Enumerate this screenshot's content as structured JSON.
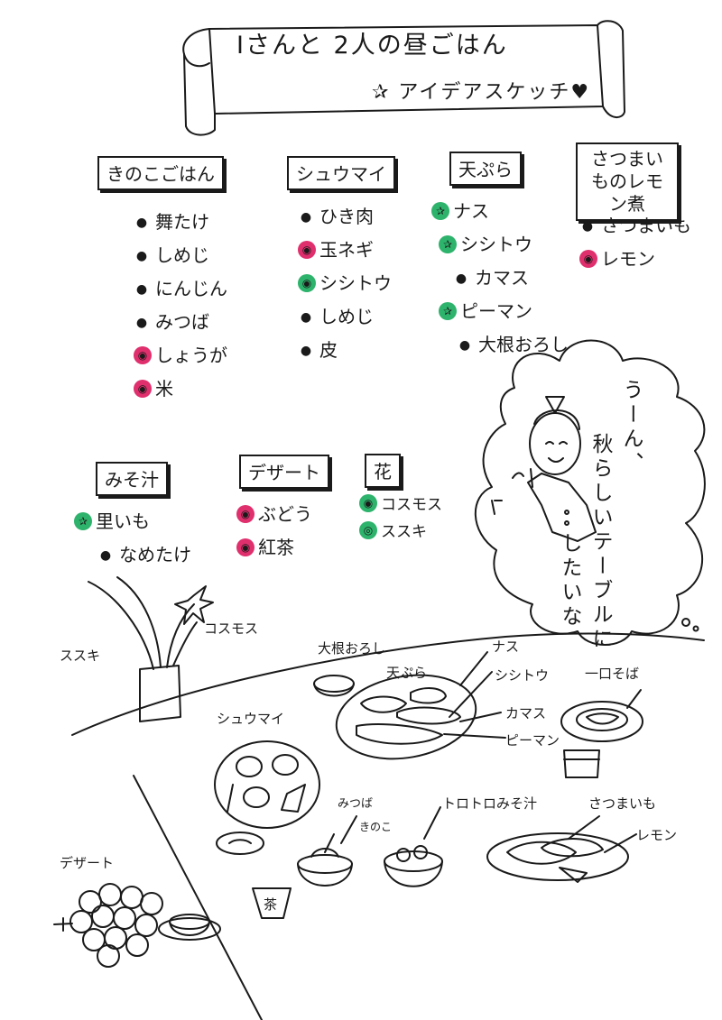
{
  "banner": {
    "title": "Iさんと 2人の昼ごはん",
    "subtitle": "✰ アイデアスケッチ♥"
  },
  "colors": {
    "pink_mark": "#e02f6d",
    "green_mark": "#2db36b",
    "ink": "#1a1a1a"
  },
  "categories": [
    {
      "name": "きのこごはん",
      "items": [
        {
          "text": "舞たけ",
          "mark": "none"
        },
        {
          "text": "しめじ",
          "mark": "none"
        },
        {
          "text": "にんじん",
          "mark": "none"
        },
        {
          "text": "みつば",
          "mark": "none"
        },
        {
          "text": "しょうが",
          "mark": "pink"
        },
        {
          "text": "米",
          "mark": "pink"
        }
      ]
    },
    {
      "name": "シュウマイ",
      "items": [
        {
          "text": "ひき肉",
          "mark": "none"
        },
        {
          "text": "玉ネギ",
          "mark": "pink"
        },
        {
          "text": "シシトウ",
          "mark": "green"
        },
        {
          "text": "しめじ",
          "mark": "none"
        },
        {
          "text": "皮",
          "mark": "none"
        }
      ]
    },
    {
      "name": "天ぷら",
      "items": [
        {
          "text": "ナス",
          "mark": "green"
        },
        {
          "text": "シシトウ",
          "mark": "green"
        },
        {
          "text": "カマス",
          "mark": "none"
        },
        {
          "text": "ピーマン",
          "mark": "green"
        },
        {
          "text": "大根おろし",
          "mark": "none"
        }
      ]
    },
    {
      "name": "さつまいものレモン煮",
      "items": [
        {
          "text": "さつまいも",
          "mark": "none"
        },
        {
          "text": "レモン",
          "mark": "pink"
        }
      ]
    },
    {
      "name": "みそ汁",
      "items": [
        {
          "text": "里いも",
          "mark": "green"
        },
        {
          "text": "なめたけ",
          "mark": "none"
        }
      ]
    },
    {
      "name": "デザート",
      "items": [
        {
          "text": "ぶどう",
          "mark": "pink"
        },
        {
          "text": "紅茶",
          "mark": "pink"
        }
      ]
    },
    {
      "name": "花",
      "items": [
        {
          "text": "コスモス",
          "mark": "green"
        },
        {
          "text": "ススキ",
          "mark": "green"
        }
      ]
    }
  ],
  "thought": {
    "line1": "うーん、",
    "line2": "秋らしいテーブルに",
    "line3": "したいな"
  },
  "sketch_labels": {
    "susuki": "ススキ",
    "cosmos": "コスモス",
    "daikon": "大根おろし",
    "tempura": "天ぷら",
    "nasu": "ナス",
    "shishitou": "シシトウ",
    "kamasu": "カマス",
    "piman": "ピーマン",
    "soba": "一口そば",
    "shumai": "シュウマイ",
    "mitsuba": "みつば",
    "kinoko": "きのこ",
    "miso": "トロトロみそ汁",
    "satsumaimo": "さつまいも",
    "lemon": "レモン",
    "dessert": "デザート",
    "cha": "茶"
  }
}
